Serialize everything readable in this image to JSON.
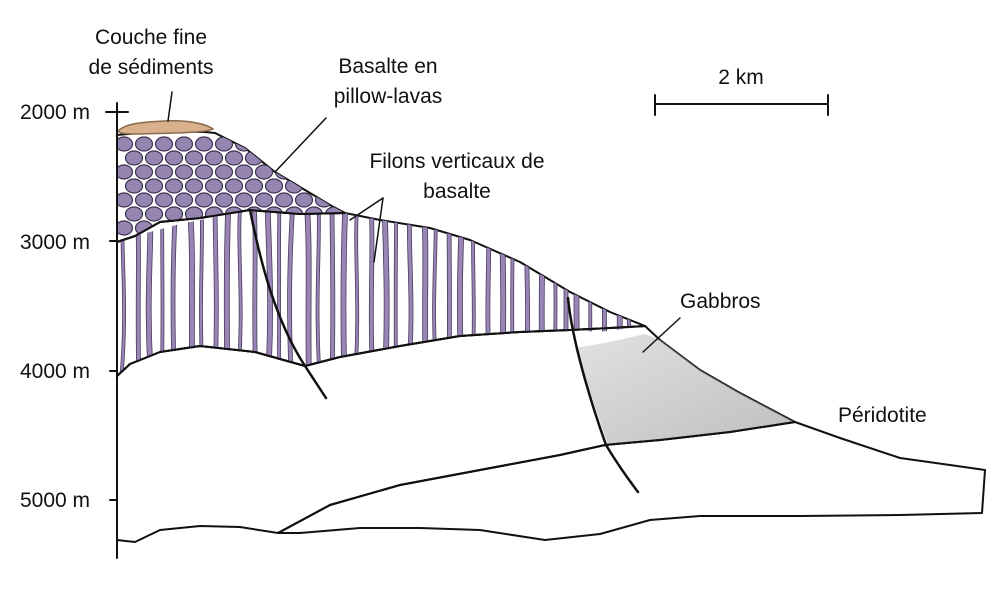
{
  "depth_axis": {
    "ticks": [
      "2000 m",
      "3000 m",
      "4000 m",
      "5000 m"
    ]
  },
  "labels": {
    "sediments_line1": "Couche fine",
    "sediments_line2": "de sédiments",
    "pillow_line1": "Basalte en",
    "pillow_line2": "pillow-lavas",
    "dikes_line1": "Filons verticaux de",
    "dikes_line2": "basalte",
    "gabbro": "Gabbros",
    "peridotite": "Péridotite"
  },
  "scale_bar": {
    "label": "2 km"
  },
  "colors": {
    "sediments": "#d9b08c",
    "pillow_layer": "#c9c0d6",
    "dikes_layer": "#b7aec8",
    "dike_fill": "#9a86b6",
    "gabbro": "#cccccc",
    "gabbro_dark": "#9a9a9a",
    "peridotite": "#a6be7c"
  }
}
